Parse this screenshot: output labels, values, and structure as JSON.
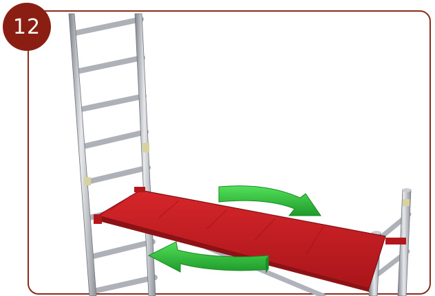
{
  "step": {
    "number": "12"
  },
  "colors": {
    "frame_border": "#8a2a1a",
    "badge": "#8a1e12",
    "platform": "#c0191b",
    "arrow": "#2fc53a",
    "pipe": "#b4b7bd"
  },
  "illustration": {
    "subject": "scaffold-platform-rotation",
    "arrows": [
      "rotate-arrow-upper",
      "rotate-arrow-lower"
    ]
  }
}
